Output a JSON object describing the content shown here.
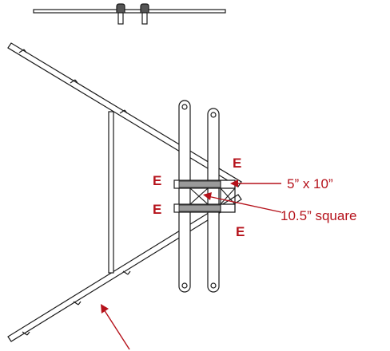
{
  "colors": {
    "line": "#1a1a1a",
    "accent": "#b5121b",
    "plate_fill": "#9a9a9a"
  },
  "labels": {
    "e_marks": [
      "E",
      "E",
      "E",
      "E"
    ],
    "dimension_rect": "5” x 10”",
    "dimension_square": "10.5” square"
  }
}
